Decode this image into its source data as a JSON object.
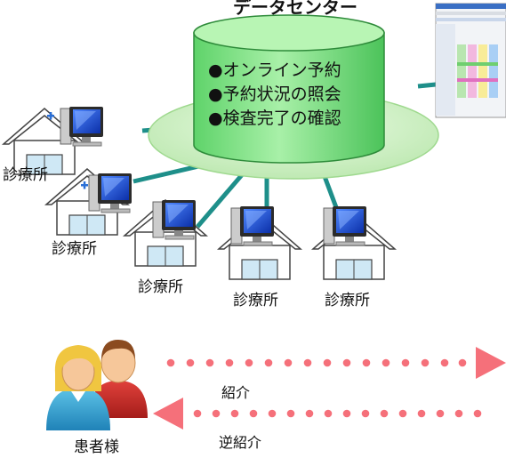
{
  "title": "データセンター",
  "services": [
    "●オンライン予約",
    "●予約状況の照会",
    "●検査完了の確認"
  ],
  "clinics": [
    "診療所",
    "診療所",
    "診療所",
    "診療所",
    "診療所"
  ],
  "referral_label": "紹介",
  "reverse_referral_label": "逆紹介",
  "patient_label": "患者様",
  "colors": {
    "network_line": "#1e8f8a",
    "cylinder": "#7ee07e",
    "platform": "#d3f3c9",
    "dots": "#f5707a"
  }
}
